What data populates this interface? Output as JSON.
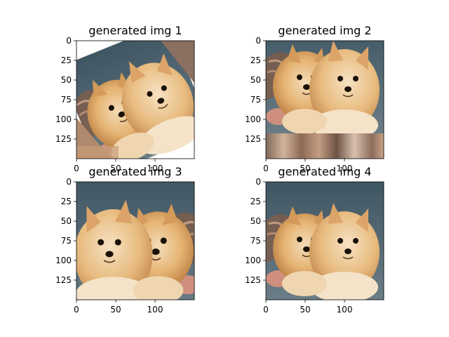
{
  "figure": {
    "panels": [
      {
        "title": "generated img 1",
        "image": "two-pomeranian-dogs-augmented-rotated-left",
        "x_ticks": [
          "0",
          "50",
          "100"
        ],
        "y_ticks": [
          "0",
          "25",
          "50",
          "75",
          "100",
          "125"
        ]
      },
      {
        "title": "generated img 2",
        "image": "two-pomeranian-dogs-augmented-shifted-up",
        "x_ticks": [
          "0",
          "50",
          "100"
        ],
        "y_ticks": [
          "0",
          "25",
          "50",
          "75",
          "100",
          "125"
        ]
      },
      {
        "title": "generated img 3",
        "image": "two-pomeranian-dogs-augmented-flipped-zoomed",
        "x_ticks": [
          "0",
          "50",
          "100"
        ],
        "y_ticks": [
          "0",
          "25",
          "50",
          "75",
          "100",
          "125"
        ]
      },
      {
        "title": "generated img 4",
        "image": "two-pomeranian-dogs-augmented-flipped",
        "x_ticks": [
          "0",
          "50",
          "100"
        ],
        "y_ticks": [
          "0",
          "25",
          "50",
          "75",
          "100",
          "125"
        ]
      }
    ],
    "image_extent": [
      0,
      150
    ]
  },
  "colors": {
    "fur": "#e8b97a",
    "fur_light": "#f3dcb6",
    "fur_dark": "#b77a3e",
    "background": "#4f6470",
    "skin": "#cf8f7f",
    "hair": "#7b5d4a"
  }
}
